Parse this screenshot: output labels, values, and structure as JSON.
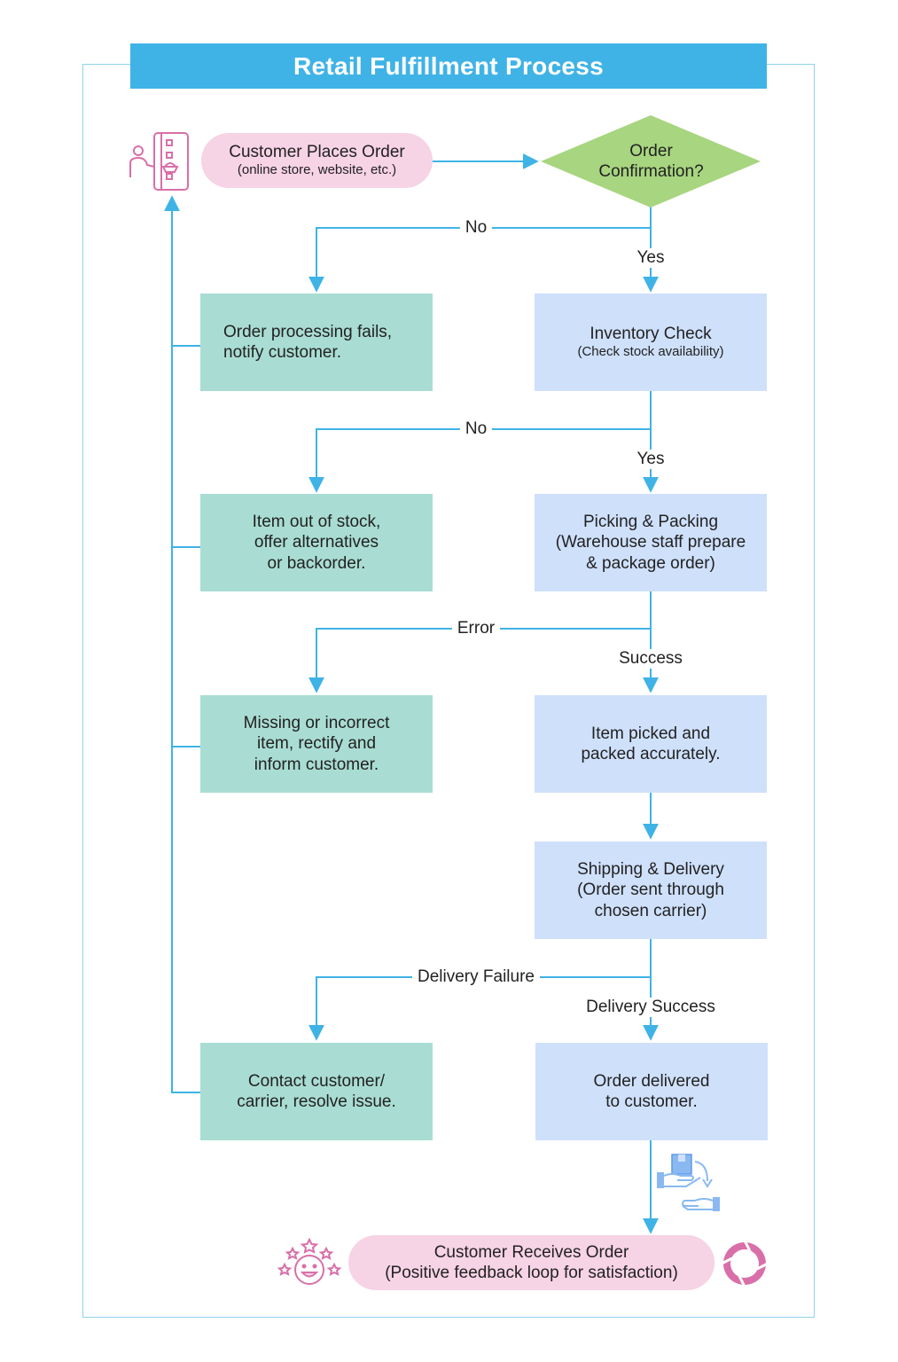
{
  "title": "Retail Fulfillment Process",
  "colors": {
    "title_bar": "#3fb3e6",
    "connector": "#3fb3e6",
    "start_end_pill": "#f6d3e5",
    "decision": "#a8d57f",
    "failure_box": "#a9ddd3",
    "success_box": "#cfe0fb",
    "icon_pink": "#d96fa8",
    "icon_blue": "#8ab9f1"
  },
  "nodes": {
    "start": {
      "main": "Customer Places Order",
      "sub": "(online store, website, etc.)"
    },
    "decision": {
      "text": "Order\nConfirmation?"
    },
    "fail_confirm": {
      "text": "Order processing fails,\nnotify customer."
    },
    "inventory": {
      "main": "Inventory Check",
      "sub": "(Check stock availability)"
    },
    "out_of_stock": {
      "text": "Item out of stock,\noffer alternatives\nor backorder."
    },
    "picking": {
      "text": "Picking & Packing\n(Warehouse staff prepare\n& package order)"
    },
    "missing_item": {
      "text": "Missing or incorrect\nitem, rectify and\ninform customer."
    },
    "picked": {
      "text": "Item picked and\npacked accurately."
    },
    "shipping": {
      "text": "Shipping & Delivery\n(Order sent through\nchosen carrier)"
    },
    "contact": {
      "text": "Contact customer/\ncarrier, resolve issue."
    },
    "delivered": {
      "text": "Order delivered\nto customer."
    },
    "end": {
      "main": "Customer Receives Order",
      "sub": "(Positive feedback loop for satisfaction)"
    }
  },
  "edge_labels": {
    "confirm_no": "No",
    "confirm_yes": "Yes",
    "stock_no": "No",
    "stock_yes": "Yes",
    "pick_error": "Error",
    "pick_success": "Success",
    "delivery_failure": "Delivery Failure",
    "delivery_success": "Delivery Success"
  },
  "icons": {
    "start": "online-order-icon",
    "handoff": "package-handoff-icon",
    "satisfaction": "happy-face-stars-icon",
    "loop": "feedback-loop-icon"
  }
}
